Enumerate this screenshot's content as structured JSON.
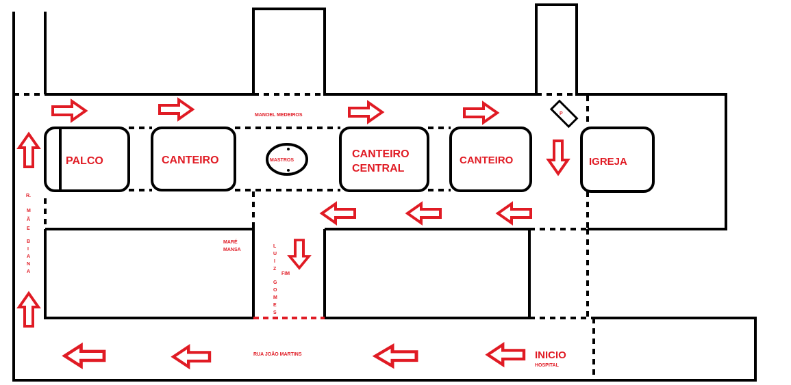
{
  "colors": {
    "streets": "#000000",
    "labels": "#e01b24",
    "background": "#ffffff"
  },
  "labels": {
    "palco": "PALCO",
    "canteiro_left": "CANTEIRO",
    "mastros": "MASTROS",
    "canteiro_central_1": "CANTEIRO",
    "canteiro_central_2": "CENTRAL",
    "canteiro_right": "CANTEIRO",
    "igreja": "IGREJA",
    "manoel_medeiros": "MANOEL MEDEIROS",
    "rua_joao_martins": "RUA JOÃO MARTINS",
    "inicio": "INICIO",
    "hospital": "HOSPITAL",
    "mare": "MARÉ",
    "mansa": "MANSA",
    "fim": "FIM",
    "parking": "P",
    "mae_biana": [
      "R.",
      "M",
      "Ã",
      "E",
      "B",
      "I",
      "A",
      "N",
      "A"
    ],
    "luiz_gomes": [
      "L",
      "U",
      "I",
      "Z",
      "G",
      "O",
      "M",
      "E",
      "S"
    ]
  },
  "icons": [
    "arrow-right-icon",
    "arrow-left-icon",
    "arrow-up-icon",
    "arrow-down-icon"
  ]
}
